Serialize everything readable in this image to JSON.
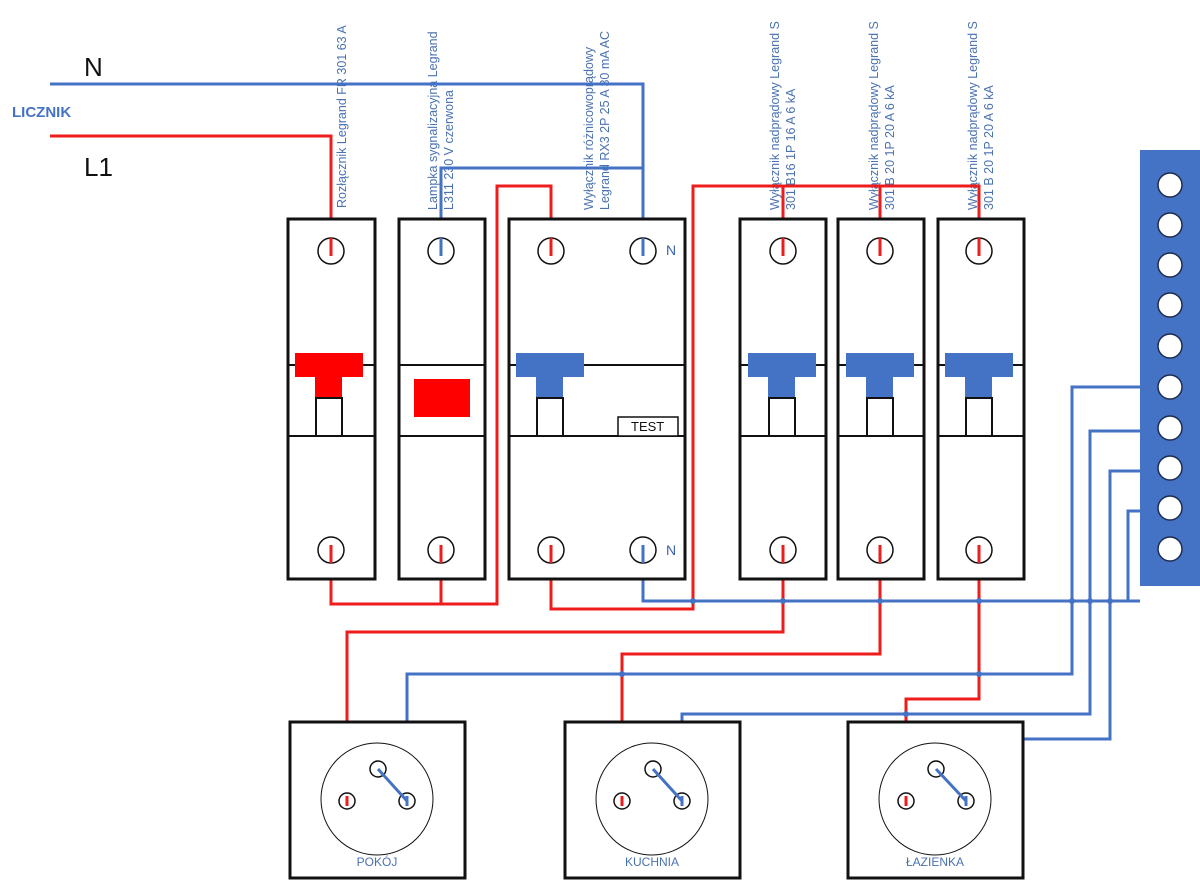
{
  "labels": {
    "meter": "LICZNIK",
    "neutral": "N",
    "phase": "L1",
    "n_top": "N",
    "n_bottom": "N",
    "test": "TEST"
  },
  "devices": [
    {
      "lines": [
        "Rozłącznik Legrand FR 301 63 A"
      ]
    },
    {
      "lines": [
        "Lampka sygnalizacyjna Legrand",
        "L311 230 V czerwona"
      ]
    },
    {
      "lines": [
        "Wyłącznik różnicowoprądowy",
        "Legrand RX3 2P 25 A 30 mA AC"
      ]
    },
    {
      "lines": [
        "Wyłącznik nadprądowy Legrand S",
        "301 B16 1P 16 A 6 kA"
      ]
    },
    {
      "lines": [
        "Wyłącznik nadprądowy Legrand S",
        "301 B 20 1P 20 A 6 kA"
      ]
    },
    {
      "lines": [
        "Wyłącznik nadprądowy Legrand S",
        "301 B 20 1P 20 A 6 kA"
      ]
    }
  ],
  "sockets": [
    {
      "label": "POKÓJ"
    },
    {
      "label": "KUCHNIA"
    },
    {
      "label": "ŁAZIENKA"
    }
  ],
  "colors": {
    "live": "#ee1c1c",
    "neutral": "#4472c4",
    "frame": "#111111",
    "bus_bar": "#4472c4",
    "toggle_red": "#ff0000",
    "toggle_blue": "#4472c4"
  },
  "icons": [
    "neutral-bus-bar",
    "socket-outlet",
    "breaker-toggle"
  ]
}
